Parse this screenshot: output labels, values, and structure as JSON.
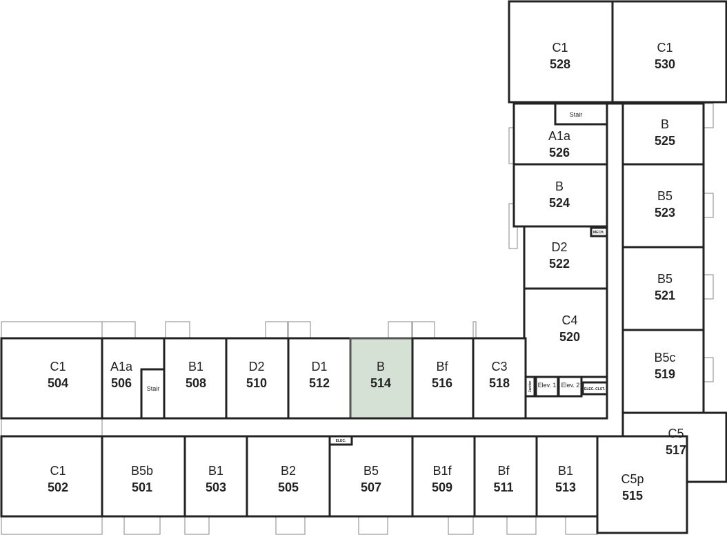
{
  "floor_plan": {
    "highlight_color": "#d6e1d5",
    "rooms": [
      {
        "type": "C1",
        "number": "528"
      },
      {
        "type": "C1",
        "number": "530"
      },
      {
        "type": "A1a",
        "number": "526"
      },
      {
        "type": "B",
        "number": "525"
      },
      {
        "type": "B",
        "number": "524"
      },
      {
        "type": "B5",
        "number": "523"
      },
      {
        "type": "D2",
        "number": "522"
      },
      {
        "type": "B5",
        "number": "521"
      },
      {
        "type": "C4",
        "number": "520"
      },
      {
        "type": "B5c",
        "number": "519"
      },
      {
        "type": "C5",
        "number": "517"
      },
      {
        "type": "C5p",
        "number": "515"
      },
      {
        "type": "C1",
        "number": "504"
      },
      {
        "type": "A1a",
        "number": "506"
      },
      {
        "type": "B1",
        "number": "508"
      },
      {
        "type": "D2",
        "number": "510"
      },
      {
        "type": "D1",
        "number": "512"
      },
      {
        "type": "B",
        "number": "514",
        "highlighted": true
      },
      {
        "type": "Bf",
        "number": "516"
      },
      {
        "type": "C3",
        "number": "518"
      },
      {
        "type": "C1",
        "number": "502"
      },
      {
        "type": "B5b",
        "number": "501"
      },
      {
        "type": "B1",
        "number": "503"
      },
      {
        "type": "B2",
        "number": "505"
      },
      {
        "type": "B5",
        "number": "507"
      },
      {
        "type": "B1f",
        "number": "509"
      },
      {
        "type": "Bf",
        "number": "511"
      },
      {
        "type": "B1",
        "number": "513"
      }
    ],
    "utility": {
      "stair_top": "Stair",
      "stair_506": "Stair",
      "elev1": "Elev. 1",
      "elev2": "Elev. 2",
      "elec_clst": "ELEC. CLST.",
      "mech": "MECH.",
      "elec": "ELEC.",
      "janitor": "Janitor"
    }
  }
}
